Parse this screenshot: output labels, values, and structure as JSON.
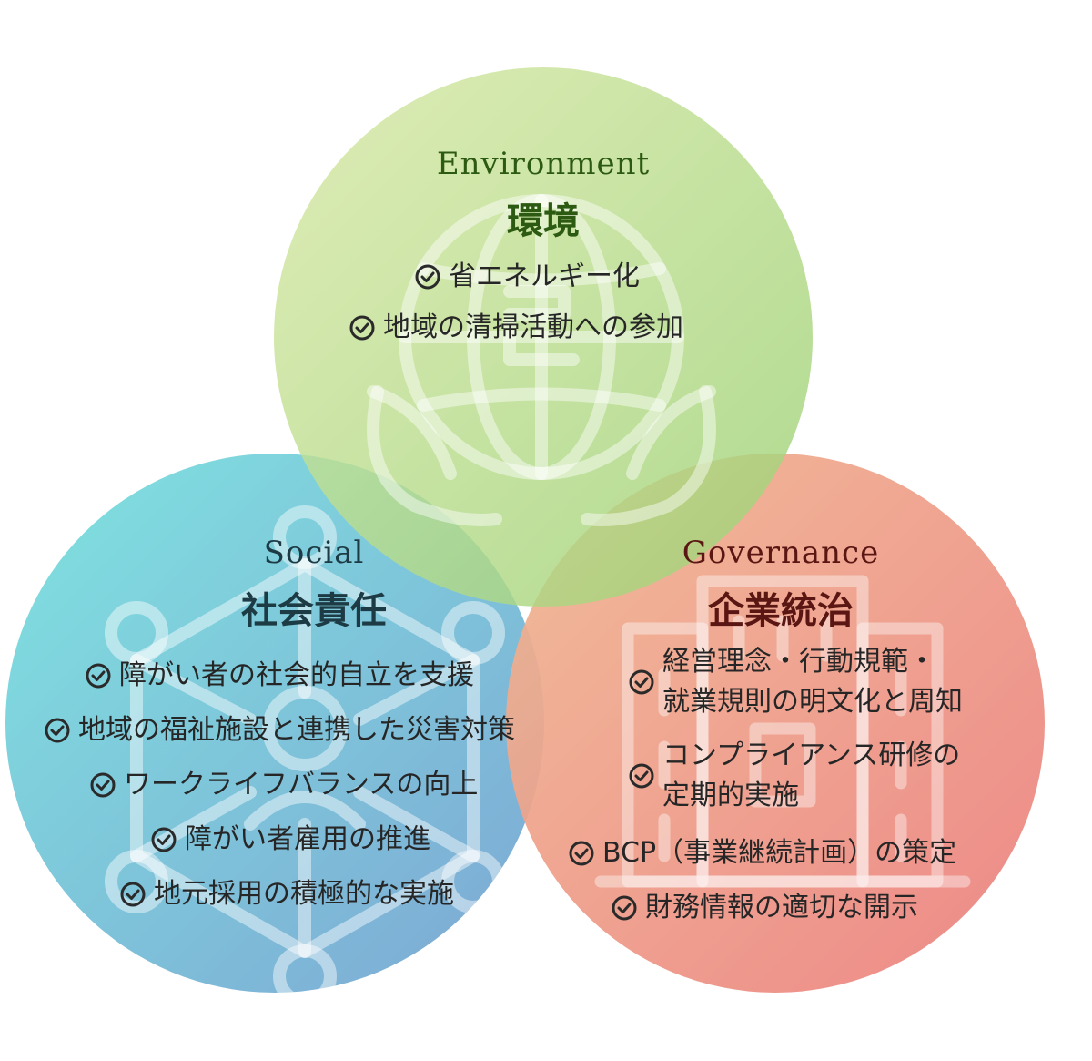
{
  "environment": {
    "en": "Environment",
    "jp": "環境",
    "items": [
      "省エネルギー化",
      "地域の清掃活動への参加"
    ]
  },
  "social": {
    "en": "Social",
    "jp": "社会責任",
    "items": [
      "障がい者の社会的自立を支援",
      "地域の福祉施設と連携した災害対策",
      "ワークライフバランスの向上",
      "障がい者雇用の推進",
      "地元採用の積極的な実施"
    ]
  },
  "governance": {
    "en": "Governance",
    "jp": "企業統治",
    "items": [
      [
        "経営理念・行動規範・",
        "就業規則の明文化と周知"
      ],
      [
        "コンプライアンス研修の",
        "定期的実施"
      ],
      [
        "BCP（事業継続計画）の策定"
      ],
      [
        "財務情報の適切な開示"
      ]
    ]
  },
  "colors": {
    "environment": "#a9d26a",
    "social": "#5dcfd6",
    "governance": "#ec8470",
    "check": "#2a2a2a"
  },
  "icons": {
    "environment": "globe-leaves-icon",
    "social": "network-people-icon",
    "governance": "building-icon",
    "check": "check-circle-icon"
  }
}
